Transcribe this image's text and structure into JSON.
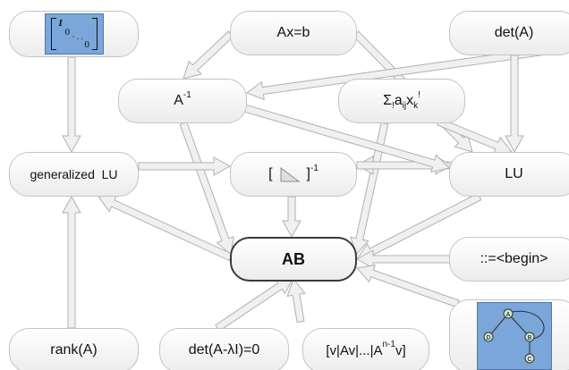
{
  "nodes": {
    "identity_matrix": {
      "letter": "I",
      "zero_top": "0",
      "dots": "· . .",
      "zero_bottom": "0"
    },
    "system": {
      "label": "Ax=b"
    },
    "determinant": {
      "label": "det(A)"
    },
    "inverse": {
      "base": "A",
      "exp": "-1"
    },
    "sum": {
      "sigma": "Σ",
      "s1": "!",
      "a": "a",
      "ij": "ij",
      "x": "x",
      "k": "k",
      "s2": "!"
    },
    "generalized_lu": {
      "label": "generalized  LU"
    },
    "block_inverse": {
      "open": "[",
      "close": "]",
      "exp": "-1"
    },
    "lu": {
      "label": "LU"
    },
    "product": {
      "label": "AB"
    },
    "begin": {
      "label": "::=<begin>"
    },
    "rank": {
      "label": "rank(A)"
    },
    "characteristic": {
      "label": "det(A-λI)=0"
    },
    "krylov": {
      "text": "[v|Av|...|A",
      "exp": "n-1",
      "tail": "v]"
    },
    "graph": {
      "a": "A",
      "b": "B",
      "c": "C",
      "d": "D"
    }
  },
  "colors": {
    "node_border": "#c4c4c4",
    "main_border": "#3a3a3a",
    "arrow_fill": "#f0f0f0",
    "arrow_stroke": "#b0b0b0",
    "picture_blue": "#7aa6d9"
  }
}
